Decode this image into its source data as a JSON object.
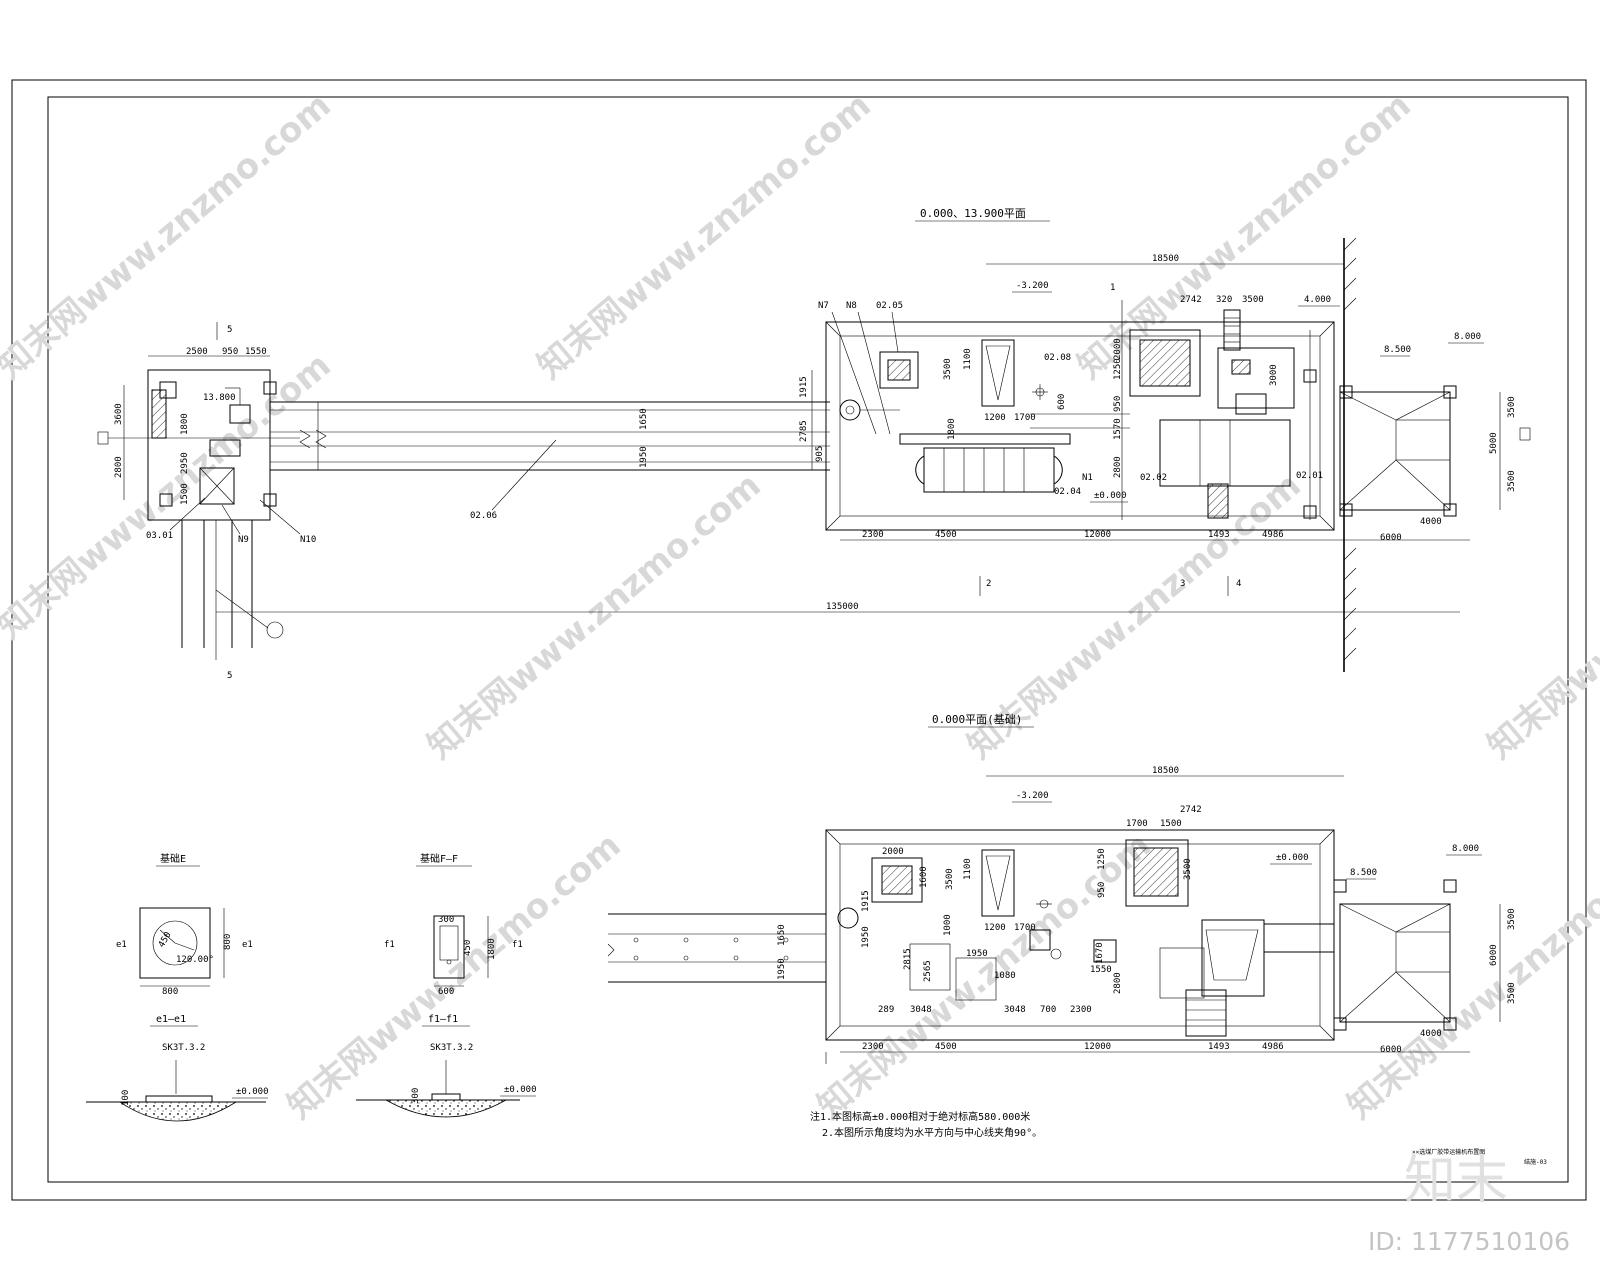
{
  "watermark": {
    "text": "知末网www.znzmo.com",
    "brand": "知末",
    "id_label": "ID: 1177510106"
  },
  "top_plan": {
    "title": "0.000、13.900平面",
    "left_station": {
      "dims": [
        "2500",
        "950",
        "1550"
      ],
      "side_dims": [
        "3600",
        "2800"
      ],
      "inner_dims": [
        "1800",
        "2950",
        "1500"
      ],
      "elevation": "13.800",
      "tags": [
        "03.01",
        "N9",
        "N10"
      ],
      "section_marks": [
        "5",
        "5"
      ]
    },
    "conveyor_tag": "02.06",
    "conveyor_dims": [
      "1650",
      "1950"
    ],
    "total_length": "135000",
    "right_building": {
      "overall_width": "18500",
      "elev_pit": "-3.200",
      "elev_top": "4.000",
      "elev_roof": "8.000",
      "elev_slope": "8.500",
      "elev_zero": "±0.000",
      "tags": [
        "N7",
        "N8",
        "02.05",
        "02.08",
        "02.04",
        "N1",
        "02.02",
        "02.01"
      ],
      "top_dims": [
        "2742",
        "320",
        "3500"
      ],
      "side_dims": [
        "1915",
        "2785",
        "905"
      ],
      "inner_dims": [
        "3500",
        "1100",
        "1200",
        "1700",
        "600",
        "1800",
        "1250",
        "2000",
        "950",
        "1570",
        "2800",
        "3000"
      ],
      "bottom_dims": [
        "2300",
        "4500",
        "12000",
        "1493",
        "4986",
        "6000"
      ],
      "right_dims": [
        "3500",
        "5000",
        "3500"
      ],
      "hopper_dim": "4000",
      "section_marks": [
        "1",
        "2",
        "3",
        "4"
      ]
    }
  },
  "bottom_plan": {
    "title": "0.000平面(基础)",
    "overall_width": "18500",
    "elev_pit": "-3.200",
    "elev_zero": "±0.000",
    "elev_roof": "8.000",
    "elev_slope": "8.500",
    "top_dims": [
      "2742",
      "1700",
      "1500"
    ],
    "inner_dims": [
      "2000",
      "1600",
      "3500",
      "1100",
      "1200",
      "1700",
      "1000",
      "1250",
      "1950",
      "950",
      "3500",
      "2815",
      "2565",
      "3048",
      "3048",
      "700",
      "2300",
      "289",
      "1080",
      "1670",
      "1550",
      "2800"
    ],
    "bottom_dims": [
      "2300",
      "4500",
      "12000",
      "1493",
      "4986",
      "6000"
    ],
    "right_dims": [
      "3500",
      "6000",
      "3500"
    ],
    "left_dims": [
      "1915",
      "1950",
      "1650",
      "1950"
    ],
    "hopper_dim": "4000",
    "notes": [
      "注1.本图标高±0.000相对于绝对标高580.000米",
      "2.本图所示角度均为水平方向与中心线夹角90°。"
    ]
  },
  "details": [
    {
      "title": "基础E",
      "section_title": "e1—e1",
      "marks": [
        "e1",
        "e1"
      ],
      "dims": [
        "800",
        "800",
        "450",
        "120.00°"
      ],
      "elev": "±0.000",
      "scale": "SK3T.3.2",
      "depth": "100"
    },
    {
      "title": "基础F—F",
      "section_title": "f1—f1",
      "marks": [
        "f1",
        "f1"
      ],
      "dims": [
        "300",
        "1800",
        "600",
        "450"
      ],
      "elev": "±0.000",
      "scale": "SK3T.3.2",
      "depth": "300"
    }
  ],
  "title_block": {
    "text": "××选煤厂胶带运输机布置图",
    "sheet_no": "结施-03"
  }
}
